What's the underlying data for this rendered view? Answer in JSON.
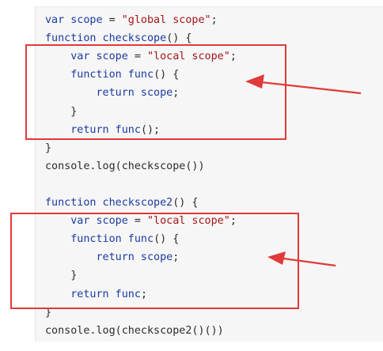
{
  "code_lines": [
    {
      "kw1": "var",
      "ident": " scope",
      "eq": " = ",
      "str": "\"global scope\"",
      "end": ";"
    },
    {
      "kw1": "function",
      "name": " checkscope",
      "rest": "() {"
    },
    {
      "indent": "    ",
      "kw1": "var",
      "ident": " scope",
      "eq": " = ",
      "str": "\"local scope\"",
      "end": ";"
    },
    {
      "indent": "    ",
      "kw1": "function",
      "name": " func",
      "rest": "() {"
    },
    {
      "indent": "        ",
      "kw1": "return",
      "ident": " scope",
      "end": ";"
    },
    {
      "indent": "    ",
      "rest": "}"
    },
    {
      "indent": "    ",
      "kw1": "return",
      "name": " func",
      "rest": "();"
    },
    {
      "rest": "}"
    },
    {
      "rest": "console.log(checkscope())"
    },
    {
      "rest": ""
    },
    {
      "kw1": "function",
      "name": " checkscope2",
      "rest": "() {"
    },
    {
      "indent": "    ",
      "kw1": "var",
      "ident": " scope",
      "eq": " = ",
      "str": "\"local scope\"",
      "end": ";"
    },
    {
      "indent": "    ",
      "kw1": "function",
      "name": " func",
      "rest": "() {"
    },
    {
      "indent": "        ",
      "kw1": "return",
      "ident": " scope",
      "end": ";"
    },
    {
      "indent": "    ",
      "rest": "}"
    },
    {
      "indent": "    ",
      "kw1": "return",
      "name": " func",
      "end": ";"
    },
    {
      "rest": "}"
    },
    {
      "rest": "console.log(checkscope2()())"
    }
  ],
  "colors": {
    "keyword": "#1a3aa0",
    "string": "#a31515",
    "text": "#2b2b2b",
    "annotation": "#e03a3a",
    "code_background": "#f6f6f6"
  },
  "annotations": {
    "box_1_icon": "red-rectangle-highlight",
    "arrow_1_icon": "red-arrow-left",
    "box_2_icon": "red-rectangle-highlight",
    "arrow_2_icon": "red-arrow-left"
  }
}
